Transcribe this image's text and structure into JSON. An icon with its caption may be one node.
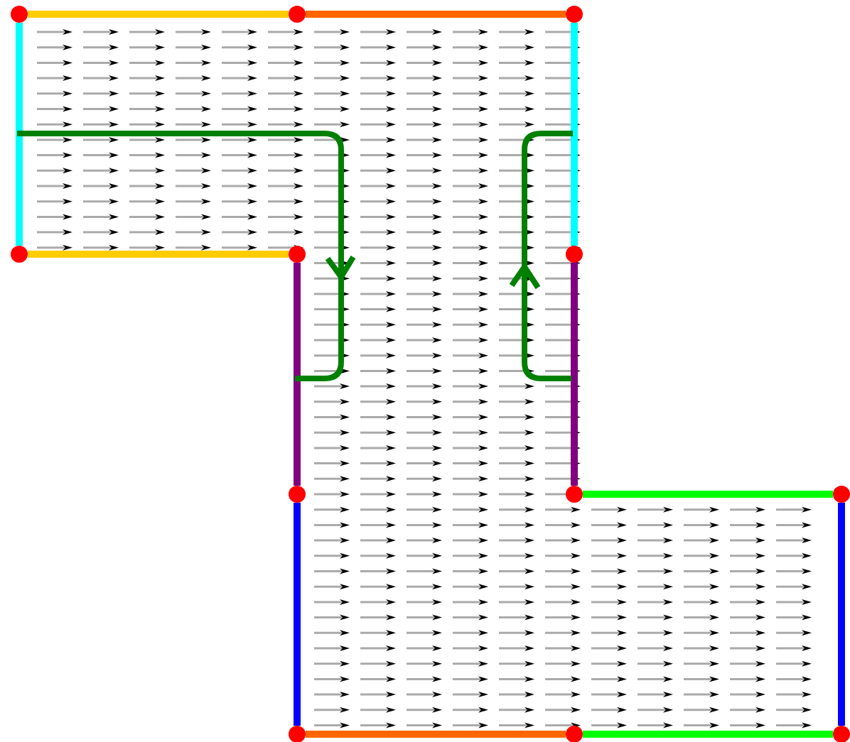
{
  "diagram": {
    "nodes": [
      {
        "text": [],
        "shape": "circle"
      },
      {
        "text": [],
        "shape": "circle"
      },
      {
        "text": [],
        "shape": "circle"
      },
      {
        "text": [],
        "shape": "circle"
      },
      {
        "text": [],
        "shape": "circle"
      },
      {
        "text": [],
        "shape": "circle"
      },
      {
        "text": [],
        "shape": "circle"
      },
      {
        "text": [],
        "shape": "circle"
      },
      {
        "text": [],
        "shape": "circle"
      },
      {
        "text": [],
        "shape": "circle"
      },
      {
        "text": [],
        "shape": "circle"
      },
      {
        "text": [],
        "shape": "circle"
      }
    ],
    "edges": [
      {
        "from": 0,
        "to": 1,
        "arrow": "none",
        "color": "#ffcc00"
      },
      {
        "from": 1,
        "to": 2,
        "arrow": "none",
        "color": "#ff6600"
      },
      {
        "from": 0,
        "to": 3,
        "arrow": "none",
        "color": "#00ffff"
      },
      {
        "from": 2,
        "to": 5,
        "arrow": "none",
        "color": "#00ffff"
      },
      {
        "from": 3,
        "to": 4,
        "arrow": "none",
        "color": "#ffcc00"
      },
      {
        "from": 4,
        "to": 6,
        "arrow": "none",
        "color": "#800080"
      },
      {
        "from": 5,
        "to": 7,
        "arrow": "none",
        "color": "#800080"
      },
      {
        "from": 6,
        "to": 9,
        "arrow": "none",
        "color": "#0000ff"
      },
      {
        "from": 7,
        "to": 8,
        "arrow": "none",
        "color": "#00ff00"
      },
      {
        "from": 8,
        "to": 11,
        "arrow": "none",
        "color": "#0000ff"
      },
      {
        "from": 9,
        "to": 10,
        "arrow": "none",
        "color": "#ff6600"
      },
      {
        "from": 10,
        "to": 11,
        "arrow": "none",
        "color": "#00ff00"
      }
    ]
  }
}
